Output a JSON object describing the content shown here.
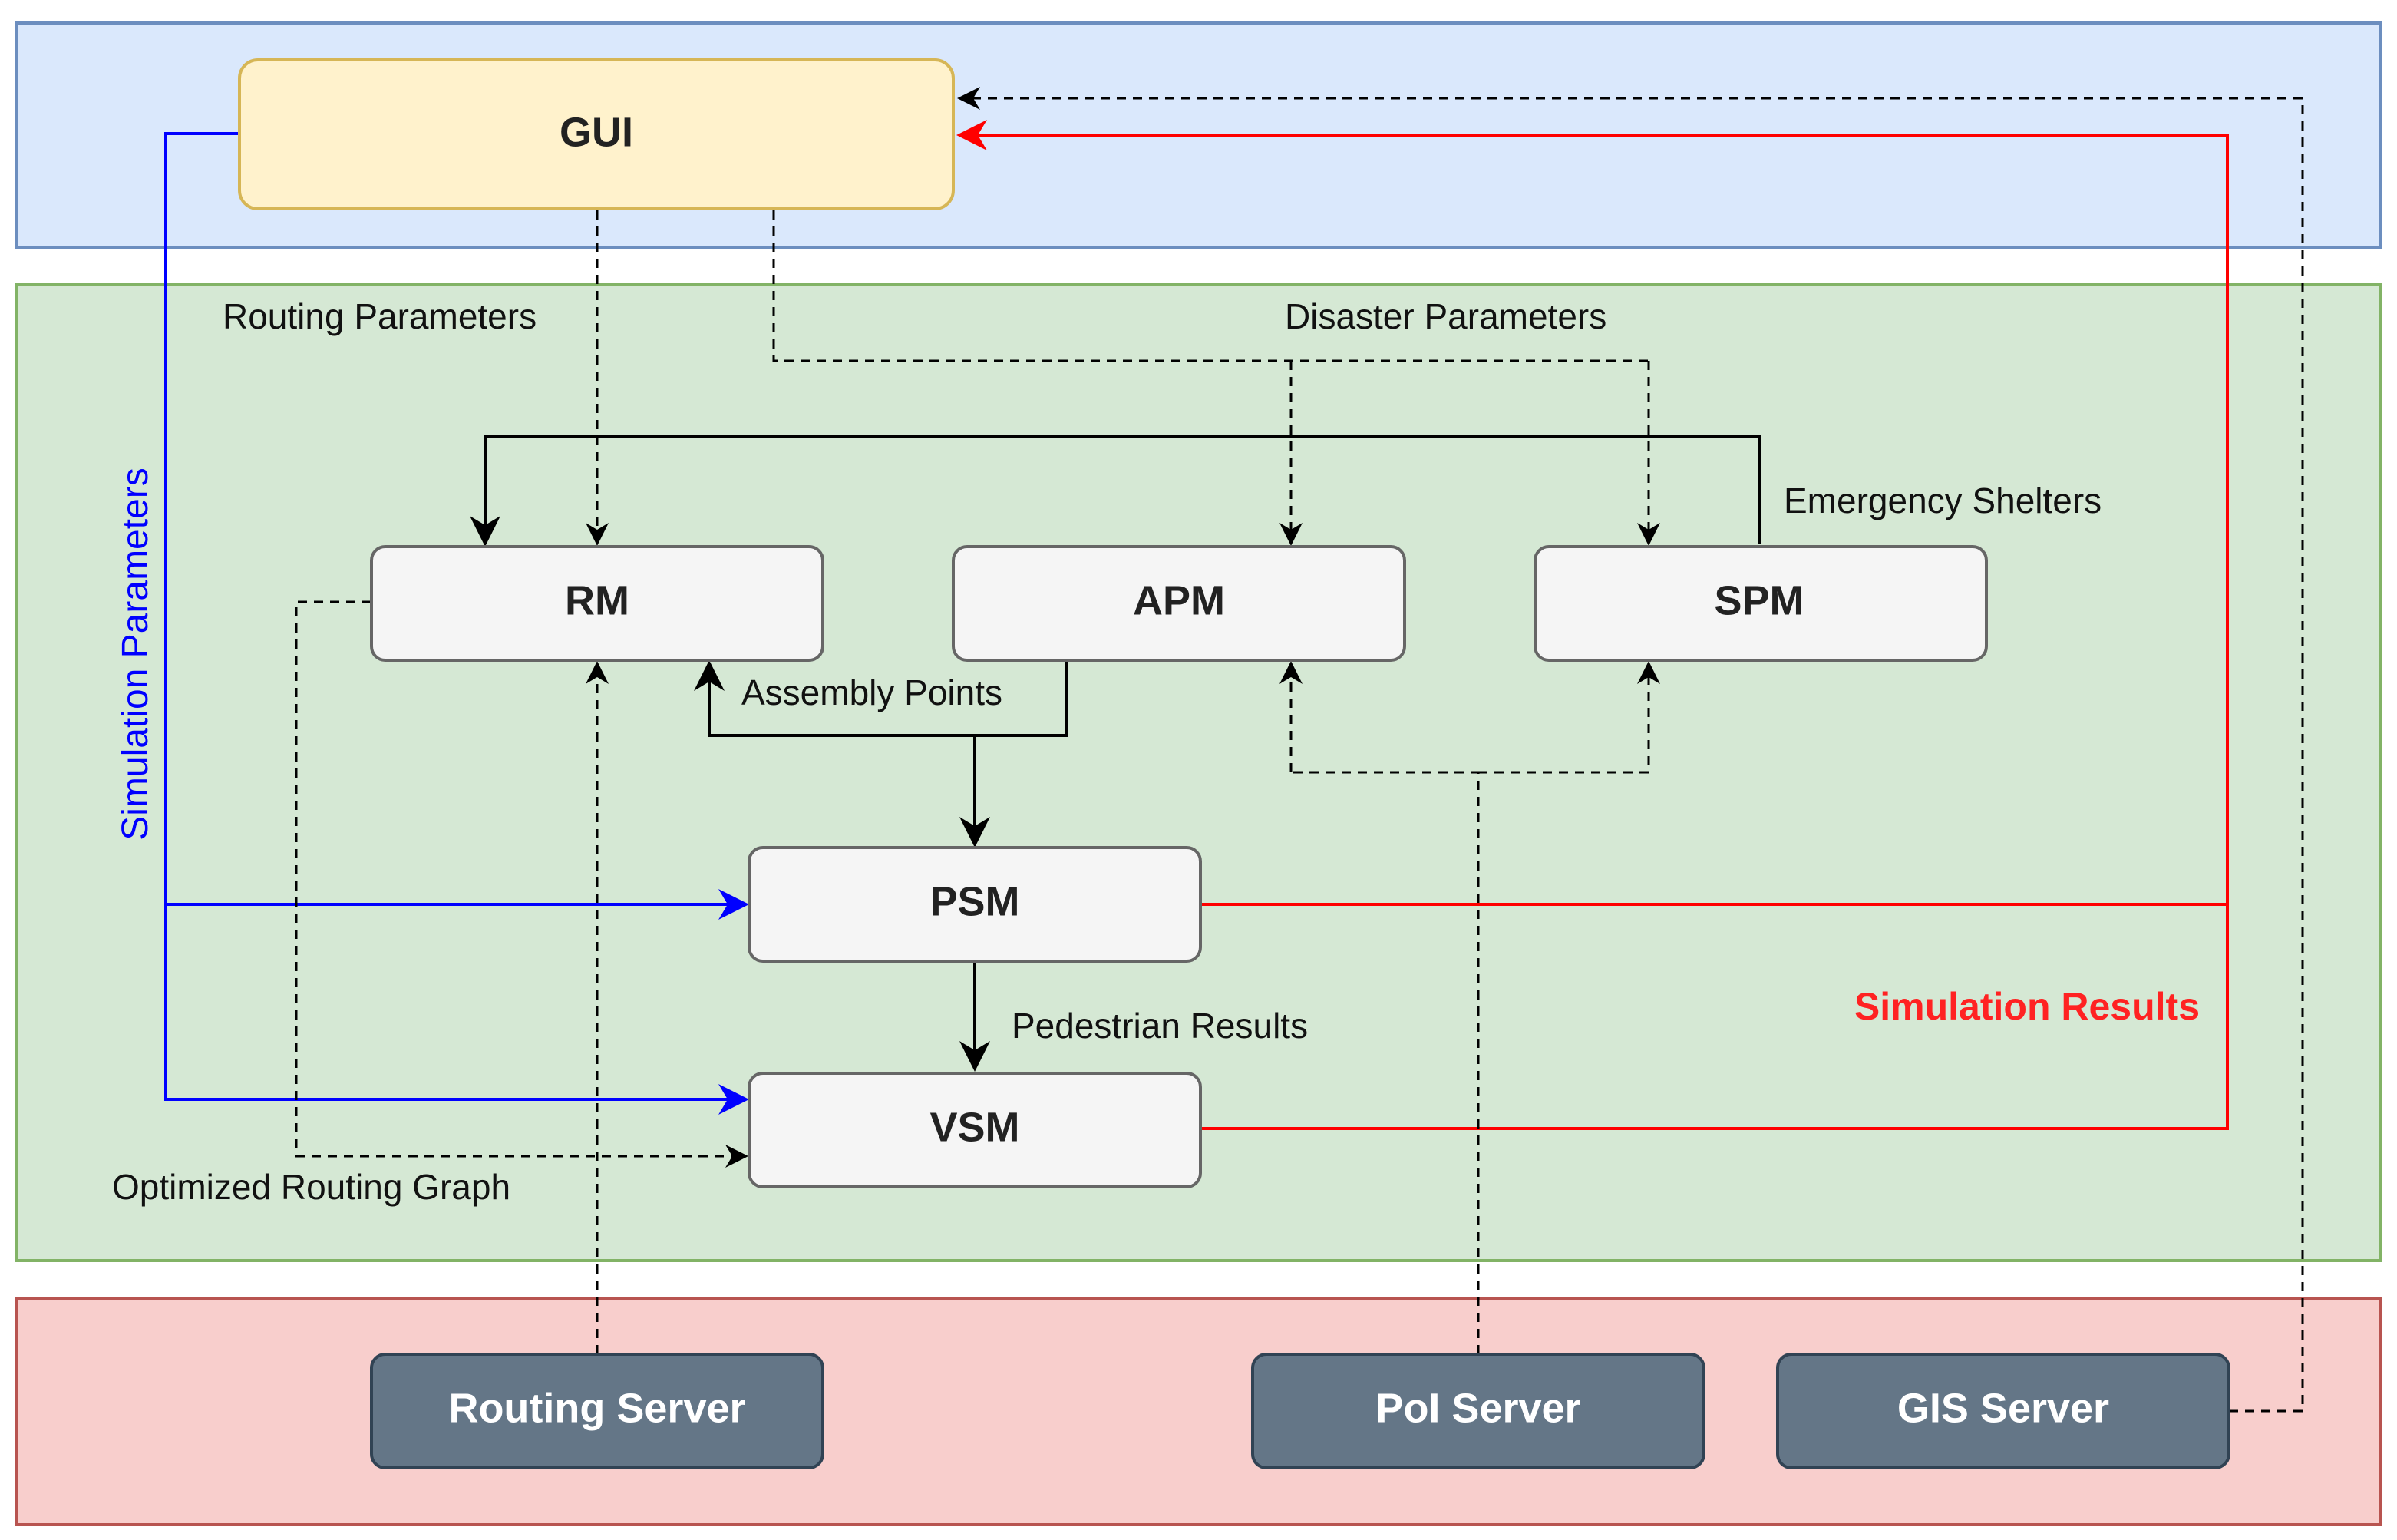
{
  "colors": {
    "top_layer_fill": "#dae8fc",
    "top_layer_stroke": "#6c8ebf",
    "middle_layer_fill": "#d5e8d4",
    "middle_layer_stroke": "#82b366",
    "bottom_layer_fill": "#f8cecc",
    "bottom_layer_stroke": "#b85450",
    "gui_fill": "#fff2cc",
    "gui_stroke": "#d6b656",
    "module_fill": "#f5f5f5",
    "module_stroke": "#666666",
    "server_fill": "#647687",
    "server_stroke": "#314354",
    "simulation_parameters": "#0000ff",
    "simulation_results": "#ff0000",
    "data_flow": "#000000"
  },
  "nodes": {
    "gui": "GUI",
    "rm": "RM",
    "apm": "APM",
    "spm": "SPM",
    "psm": "PSM",
    "vsm": "VSM",
    "routing_server": "Routing Server",
    "poi_server": "PoI Server",
    "gis_server": "GIS Server"
  },
  "edge_labels": {
    "routing_parameters": "Routing Parameters",
    "disaster_parameters": "Disaster Parameters",
    "emergency_shelters": "Emergency Shelters",
    "assembly_points": "Assembly Points",
    "simulation_parameters": "Simulation Parameters",
    "pedestrian_results": "Pedestrian Results",
    "simulation_results": "Simulation Results",
    "optimized_routing_graph": "Optimized Routing Graph"
  }
}
